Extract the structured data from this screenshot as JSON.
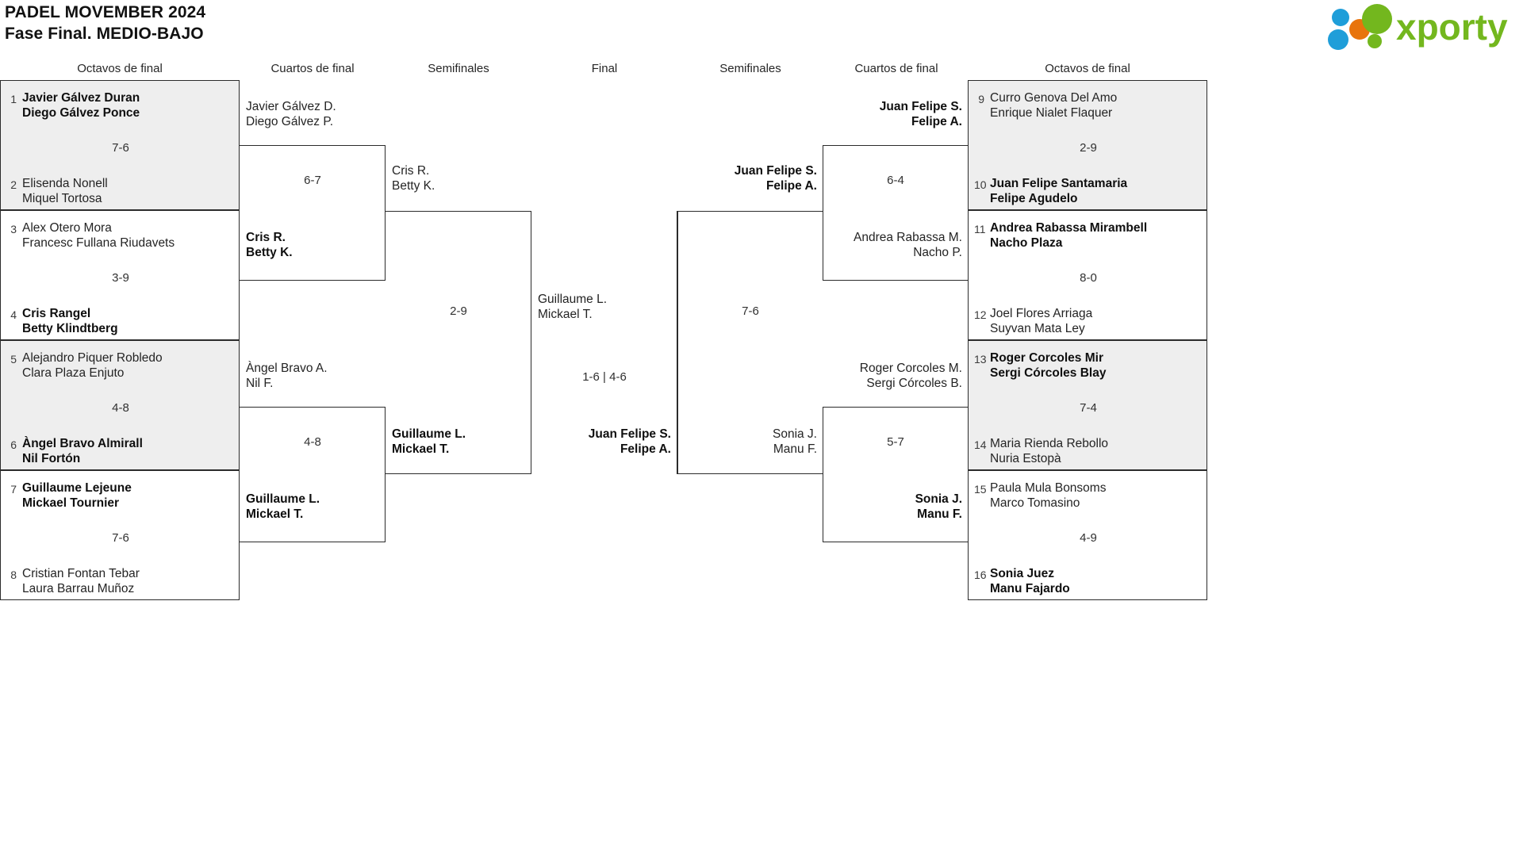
{
  "header": {
    "title_line1": "PADEL MOVEMBER 2024",
    "title_line2": "Fase Final. MEDIO-BAJO",
    "logo_text": "xporty",
    "logo_colors": {
      "green": "#73b71e",
      "blue": "#1f9ed9",
      "orange": "#e8740c"
    }
  },
  "columns": {
    "left_r16": "Octavos de final",
    "left_qf": "Cuartos de final",
    "left_sf": "Semifinales",
    "final": "Final",
    "right_sf": "Semifinales",
    "right_qf": "Cuartos de final",
    "right_r16": "Octavos de final"
  },
  "left_round16": [
    {
      "score": "7-6",
      "top": {
        "seed": "1",
        "line1": "Javier Gálvez Duran",
        "line2": "Diego Gálvez Ponce",
        "winner": true
      },
      "bottom": {
        "seed": "2",
        "line1": "Elisenda Nonell",
        "line2": "Miquel Tortosa",
        "winner": false
      }
    },
    {
      "score": "3-9",
      "top": {
        "seed": "3",
        "line1": "Alex Otero Mora",
        "line2": "Francesc Fullana Riudavets",
        "winner": false
      },
      "bottom": {
        "seed": "4",
        "line1": "Cris Rangel",
        "line2": "Betty Klindtberg",
        "winner": true
      }
    },
    {
      "score": "4-8",
      "top": {
        "seed": "5",
        "line1": "Alejandro Piquer Robledo",
        "line2": "Clara Plaza Enjuto",
        "winner": false
      },
      "bottom": {
        "seed": "6",
        "line1": "Àngel Bravo Almirall",
        "line2": "Nil Fortón",
        "winner": true
      }
    },
    {
      "score": "7-6",
      "top": {
        "seed": "7",
        "line1": "Guillaume Lejeune",
        "line2": "Mickael Tournier",
        "winner": true
      },
      "bottom": {
        "seed": "8",
        "line1": "Cristian Fontan Tebar",
        "line2": "Laura Barrau Muñoz",
        "winner": false
      }
    }
  ],
  "right_round16": [
    {
      "score": "2-9",
      "top": {
        "seed": "9",
        "line1": "Curro Genova Del Amo",
        "line2": "Enrique Nialet Flaquer",
        "winner": false
      },
      "bottom": {
        "seed": "10",
        "line1": "Juan Felipe Santamaria",
        "line2": "Felipe Agudelo",
        "winner": true
      }
    },
    {
      "score": "8-0",
      "top": {
        "seed": "11",
        "line1": "Andrea Rabassa Mirambell",
        "line2": "Nacho Plaza",
        "winner": true
      },
      "bottom": {
        "seed": "12",
        "line1": "Joel Flores Arriaga",
        "line2": "Suyvan Mata Ley",
        "winner": false
      }
    },
    {
      "score": "7-4",
      "top": {
        "seed": "13",
        "line1": "Roger Corcoles Mir",
        "line2": "Sergi Córcoles Blay",
        "winner": true
      },
      "bottom": {
        "seed": "14",
        "line1": "Maria Rienda Rebollo",
        "line2": "Nuria Estopà",
        "winner": false
      }
    },
    {
      "score": "4-9",
      "top": {
        "seed": "15",
        "line1": "Paula Mula Bonsoms",
        "line2": "Marco Tomasino",
        "winner": false
      },
      "bottom": {
        "seed": "16",
        "line1": "Sonia Juez",
        "line2": "Manu Fajardo",
        "winner": true
      }
    }
  ],
  "left_quarters": [
    {
      "score": "6-7",
      "top": {
        "line1": "Javier Gálvez D.",
        "line2": "Diego Gálvez P.",
        "winner": false
      },
      "bottom": {
        "line1": "Cris R.",
        "line2": "Betty K.",
        "winner": true
      }
    },
    {
      "score": "4-8",
      "top": {
        "line1": "Àngel Bravo A.",
        "line2": "Nil F.",
        "winner": false
      },
      "bottom": {
        "line1": "Guillaume L.",
        "line2": "Mickael T.",
        "winner": true
      }
    }
  ],
  "right_quarters": [
    {
      "score": "6-4",
      "top": {
        "line1": "Juan Felipe S.",
        "line2": "Felipe A.",
        "winner": true
      },
      "bottom": {
        "line1": "Andrea Rabassa M.",
        "line2": "Nacho P.",
        "winner": false
      }
    },
    {
      "score": "5-7",
      "top": {
        "line1": "Roger Corcoles M.",
        "line2": "Sergi Córcoles B.",
        "winner": false
      },
      "bottom": {
        "line1": "Sonia J.",
        "line2": "Manu F.",
        "winner": true
      }
    }
  ],
  "left_semi": {
    "score": "2-9",
    "top": {
      "line1": "Cris R.",
      "line2": "Betty K.",
      "winner": false
    },
    "bottom": {
      "line1": "Guillaume L.",
      "line2": "Mickael T.",
      "winner": true
    }
  },
  "right_semi": {
    "score": "7-6",
    "top": {
      "line1": "Juan Felipe S.",
      "line2": "Felipe A.",
      "winner": true
    },
    "bottom": {
      "line1": "Sonia J.",
      "line2": "Manu F.",
      "winner": false
    }
  },
  "final": {
    "score": "1-6 | 4-6",
    "top": {
      "line1": "Guillaume L.",
      "line2": "Mickael T.",
      "winner": false
    },
    "bottom": {
      "line1": "Juan Felipe S.",
      "line2": "Felipe A.",
      "winner": true
    }
  }
}
